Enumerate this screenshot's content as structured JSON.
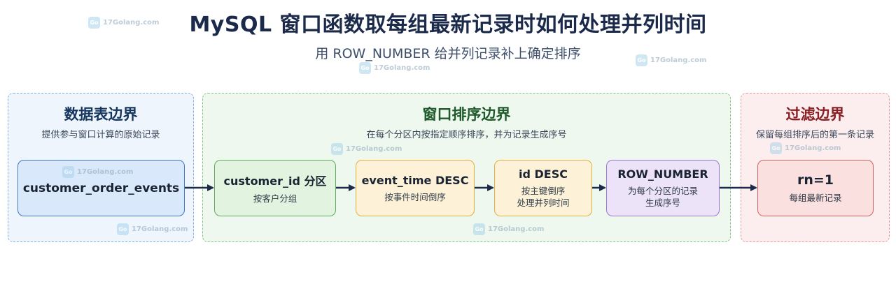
{
  "header": {
    "title": "MySQL 窗口函数取每组最新记录时如何处理并列时间",
    "subtitle": "用 ROW_NUMBER 给并列记录补上确定排序"
  },
  "watermark": {
    "text": "17Golang.com"
  },
  "regions": {
    "data": {
      "title": "数据表边界",
      "desc": "提供参与窗口计算的原始记录"
    },
    "window": {
      "title": "窗口排序边界",
      "desc": "在每个分区内按指定顺序排序，并为记录生成序号"
    },
    "filter": {
      "title": "过滤边界",
      "desc": "保留每组排序后的第一条记录"
    }
  },
  "nodes": {
    "table": {
      "main": "customer_order_events"
    },
    "partition": {
      "main": "customer_id 分区",
      "sub": "按客户分组"
    },
    "event_time": {
      "main": "event_time DESC",
      "sub": "按事件时间倒序"
    },
    "id_desc": {
      "main": "id DESC",
      "sub_line1": "按主键倒序",
      "sub_line2": "处理并列时间"
    },
    "row_number": {
      "main": "ROW_NUMBER",
      "sub_line1": "为每个分区的记录",
      "sub_line2": "生成序号"
    },
    "rn": {
      "main": "rn=1",
      "sub": "每组最新记录"
    }
  },
  "colors": {
    "arrow": "#1b2a4a",
    "data_region": "#eef5fd",
    "window_region": "#eef8ee",
    "filter_region": "#fceeee"
  }
}
